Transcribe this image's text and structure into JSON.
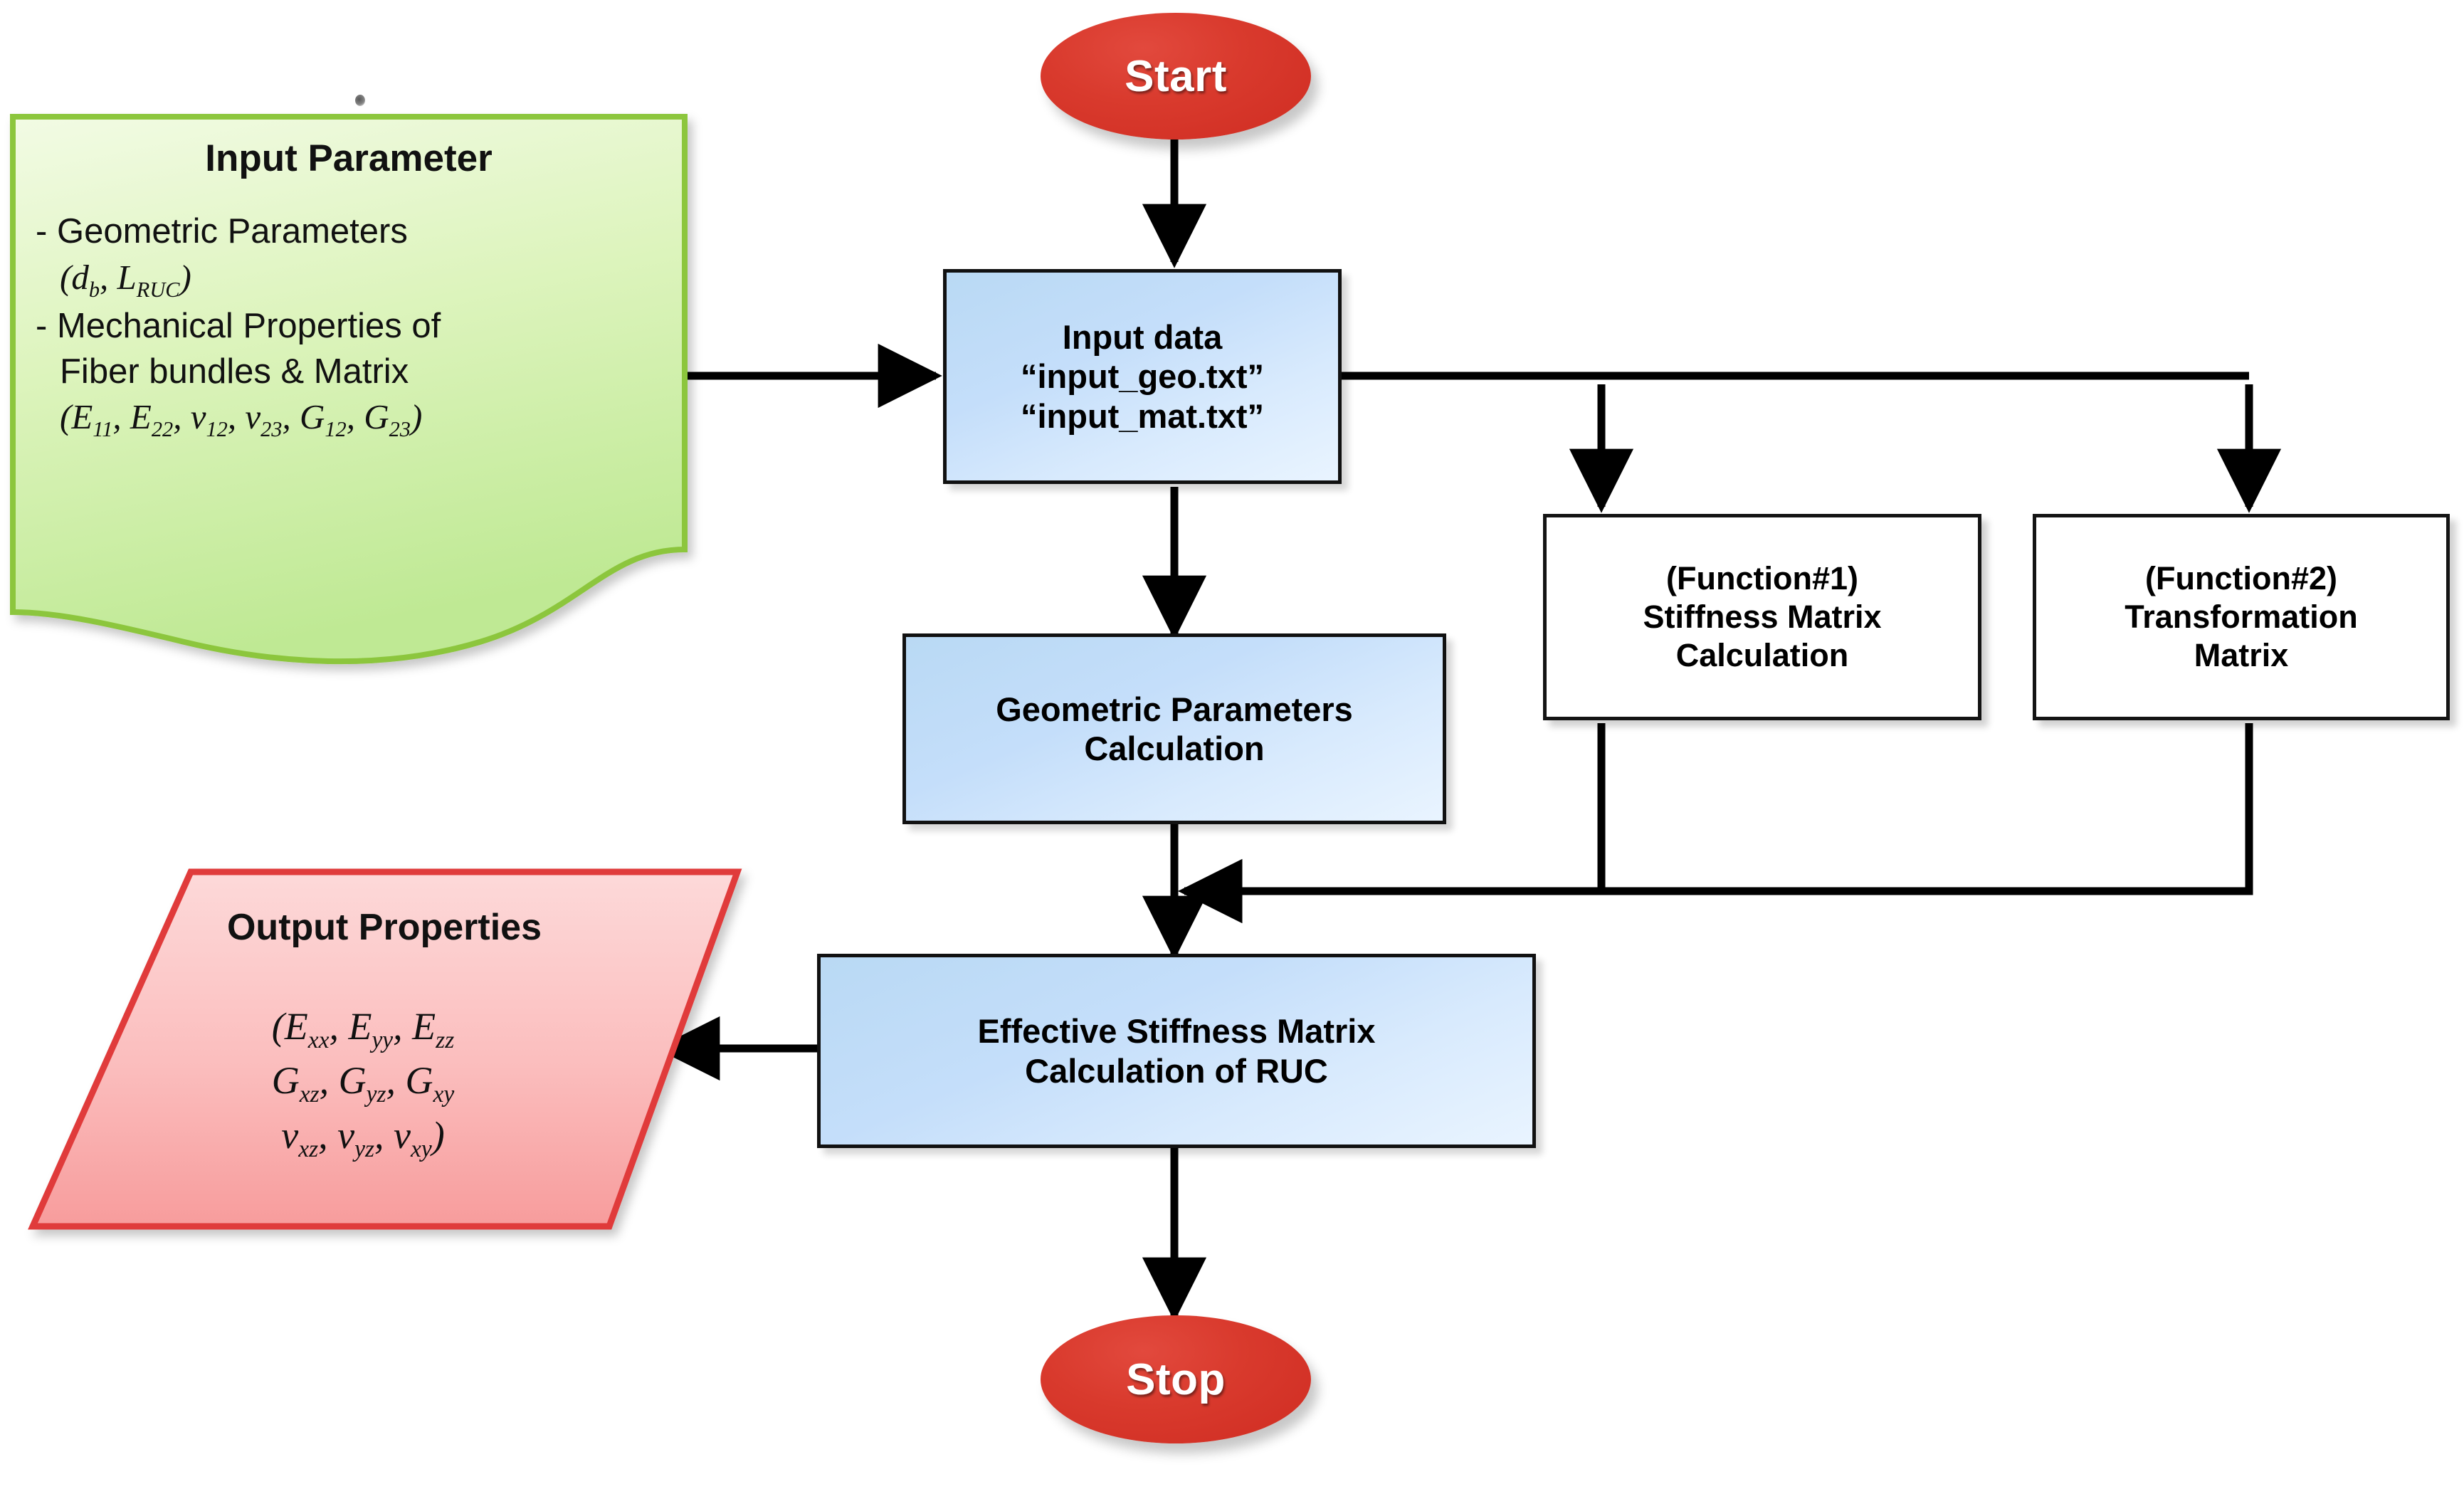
{
  "diagram": {
    "title": "RUC effective stiffness calculation flowchart",
    "colors": {
      "terminator_red": "#d93a2d",
      "process_blue": "#c4defa",
      "function_orange": "#f8b271",
      "document_green": "#d9f2b4",
      "document_green_border": "#8cc63e",
      "output_pink": "#f9b3b3",
      "output_pink_border": "#e03b3b",
      "connector_black": "#000000"
    }
  },
  "nodes": {
    "start": {
      "label": "Start",
      "shape": "ellipse"
    },
    "stop": {
      "label": "Stop",
      "shape": "ellipse"
    },
    "input_parameter": {
      "shape": "document",
      "title": "Input Parameter",
      "lines": [
        {
          "bullet": "-",
          "text": "Geometric Parameters"
        },
        {
          "bullet": "",
          "math": "(d_b, L_RUC)"
        },
        {
          "bullet": "-",
          "text": "Mechanical Properties of"
        },
        {
          "bullet": "",
          "text": "Fiber bundles & Matrix"
        },
        {
          "bullet": "",
          "math": "(E_11, E_22, v_12, v_23, G_12, G_23)"
        }
      ]
    },
    "input_data": {
      "shape": "process",
      "line1": "Input data",
      "line2": "“input_geo.txt”",
      "line3": "“input_mat.txt”"
    },
    "geometric_calc": {
      "shape": "process",
      "line1": "Geometric Parameters",
      "line2": "Calculation"
    },
    "function1": {
      "shape": "process-function",
      "line1": "(Function#1)",
      "line2": "Stiffness Matrix",
      "line3": "Calculation"
    },
    "function2": {
      "shape": "process-function",
      "line1": "(Function#2)",
      "line2": "Transformation",
      "line3": "Matrix"
    },
    "effective_stiffness": {
      "shape": "process",
      "line1": "Effective Stiffness Matrix",
      "line2": "Calculation of RUC"
    },
    "output_properties": {
      "shape": "parallelogram",
      "title": "Output Properties",
      "math_lines": [
        "(E_xx, E_yy, E_zz",
        "G_xz, G_yz, G_xy",
        "v_xz, v_yz, v_xy)"
      ]
    }
  },
  "edges": [
    {
      "from": "start",
      "to": "input_data",
      "type": "arrow-down"
    },
    {
      "from": "input_parameter",
      "to": "input_data",
      "type": "arrow-right"
    },
    {
      "from": "input_data",
      "to": "geometric_calc",
      "type": "arrow-down"
    },
    {
      "from": "input_data",
      "to": "function1",
      "type": "branch-right-down"
    },
    {
      "from": "input_data",
      "to": "function2",
      "type": "branch-right-down"
    },
    {
      "from": "function1",
      "to": "effective_stiffness",
      "type": "merge-down-left"
    },
    {
      "from": "function2",
      "to": "effective_stiffness",
      "type": "merge-down-left"
    },
    {
      "from": "geometric_calc",
      "to": "effective_stiffness",
      "type": "arrow-down"
    },
    {
      "from": "effective_stiffness",
      "to": "output_properties",
      "type": "arrow-left"
    },
    {
      "from": "effective_stiffness",
      "to": "stop",
      "type": "arrow-down"
    }
  ]
}
